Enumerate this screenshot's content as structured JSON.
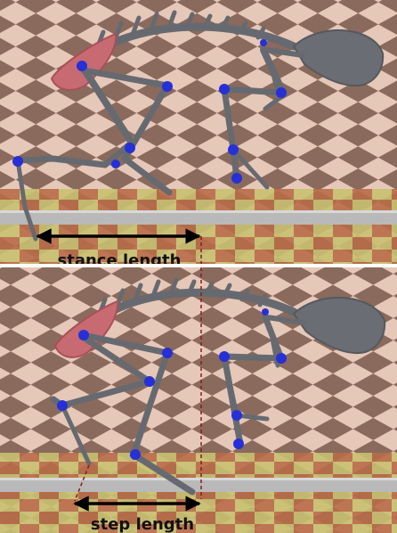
{
  "figure": {
    "panels": [
      {
        "id": "top",
        "annotation": "stance length"
      },
      {
        "id": "bottom",
        "annotation": "step length"
      }
    ]
  },
  "colors": {
    "floor_light": "#e6c8b8",
    "floor_dark": "#8a6a5c",
    "ground_tile_a": "#c8c070",
    "ground_tile_b": "#b86c48",
    "rail": "#b9b9b9",
    "bone": "#666a70",
    "joint": "#2630d6",
    "pelvis": "#c86a72",
    "arrow": "#000000",
    "guide_line": "#8b1a1a"
  }
}
